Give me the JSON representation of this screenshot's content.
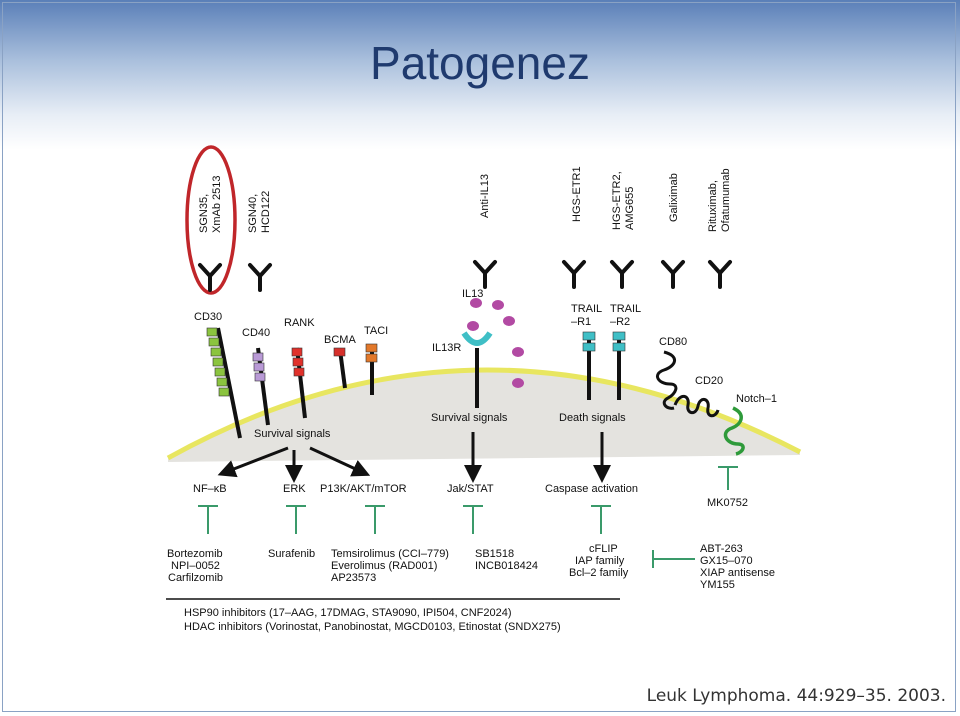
{
  "title": "Patogenez",
  "citation": "Leuk Lymphoma. 44:929–35. 2003.",
  "colors": {
    "membrane": "#e8e660",
    "cytoplasm": "#e4e3df",
    "highlight_ring": "#c0262a",
    "inhibitor": "#3a9a6a",
    "cd30": "#8bc43f",
    "cd40": "#b99ad6",
    "rank": "#e0312b",
    "bcma": "#d6302b",
    "taci": "#e2782a",
    "trail": "#3fbfc6",
    "il13": "#b24aa3",
    "notch": "#2e9a3a"
  },
  "antibodies": {
    "sgn35": "SGN35,",
    "xmab": "XmAb 2513",
    "sgn40": "SGN40,",
    "hcd122": "HCD122",
    "anti_il13": "Anti-IL13",
    "hgs_etr1": "HGS-ETR1",
    "hgs_etr2": "HGS-ETR2,",
    "amg655": "AMG655",
    "galiximab": "Galiximab",
    "rituximab": "Rituximab,",
    "ofatumumab": "Ofatumumab"
  },
  "receptors": {
    "cd30": "CD30",
    "cd40": "CD40",
    "rank": "RANK",
    "bcma": "BCMA",
    "taci": "TACI",
    "il13": "IL13",
    "il13r": "IL13R",
    "trail_r1_a": "TRAIL",
    "trail_r1_b": "–R1",
    "trail_r2_a": "TRAIL",
    "trail_r2_b": "–R2",
    "cd80": "CD80",
    "cd20": "CD20",
    "notch1": "Notch–1"
  },
  "signals": {
    "survival_left": "Survival signals",
    "survival_mid": "Survival signals",
    "death": "Death signals"
  },
  "pathways": {
    "nfkb": "NF–κB",
    "erk": "ERK",
    "pi3k": "P13K/AKT/mTOR",
    "jakstat": "Jak/STAT",
    "caspase": "Caspase activation"
  },
  "drugs": {
    "nfkb": [
      "Bortezomib",
      "NPI–0052",
      "Carfilzomib"
    ],
    "erk": [
      "Surafenib"
    ],
    "pi3k": [
      "Temsirolimus (CCI–779)",
      "Everolimus (RAD001)",
      "AP23573"
    ],
    "jakstat": [
      "SB1518",
      "INCB018424"
    ],
    "caspase": [
      "cFLIP",
      "IAP family",
      "Bcl–2 family"
    ],
    "caspase_inhibitors": [
      "ABT-263",
      "GX15–070",
      "XIAP antisense",
      "YM155"
    ],
    "notch": "MK0752"
  },
  "footer": {
    "hsp90": "HSP90 inhibitors (17–AAG, 17DMAG, STA9090, IPI504, CNF2024)",
    "hdac": "HDAC inhibitors (Vorinostat, Panobinostat, MGCD0103, Etinostat (SNDX275)"
  }
}
